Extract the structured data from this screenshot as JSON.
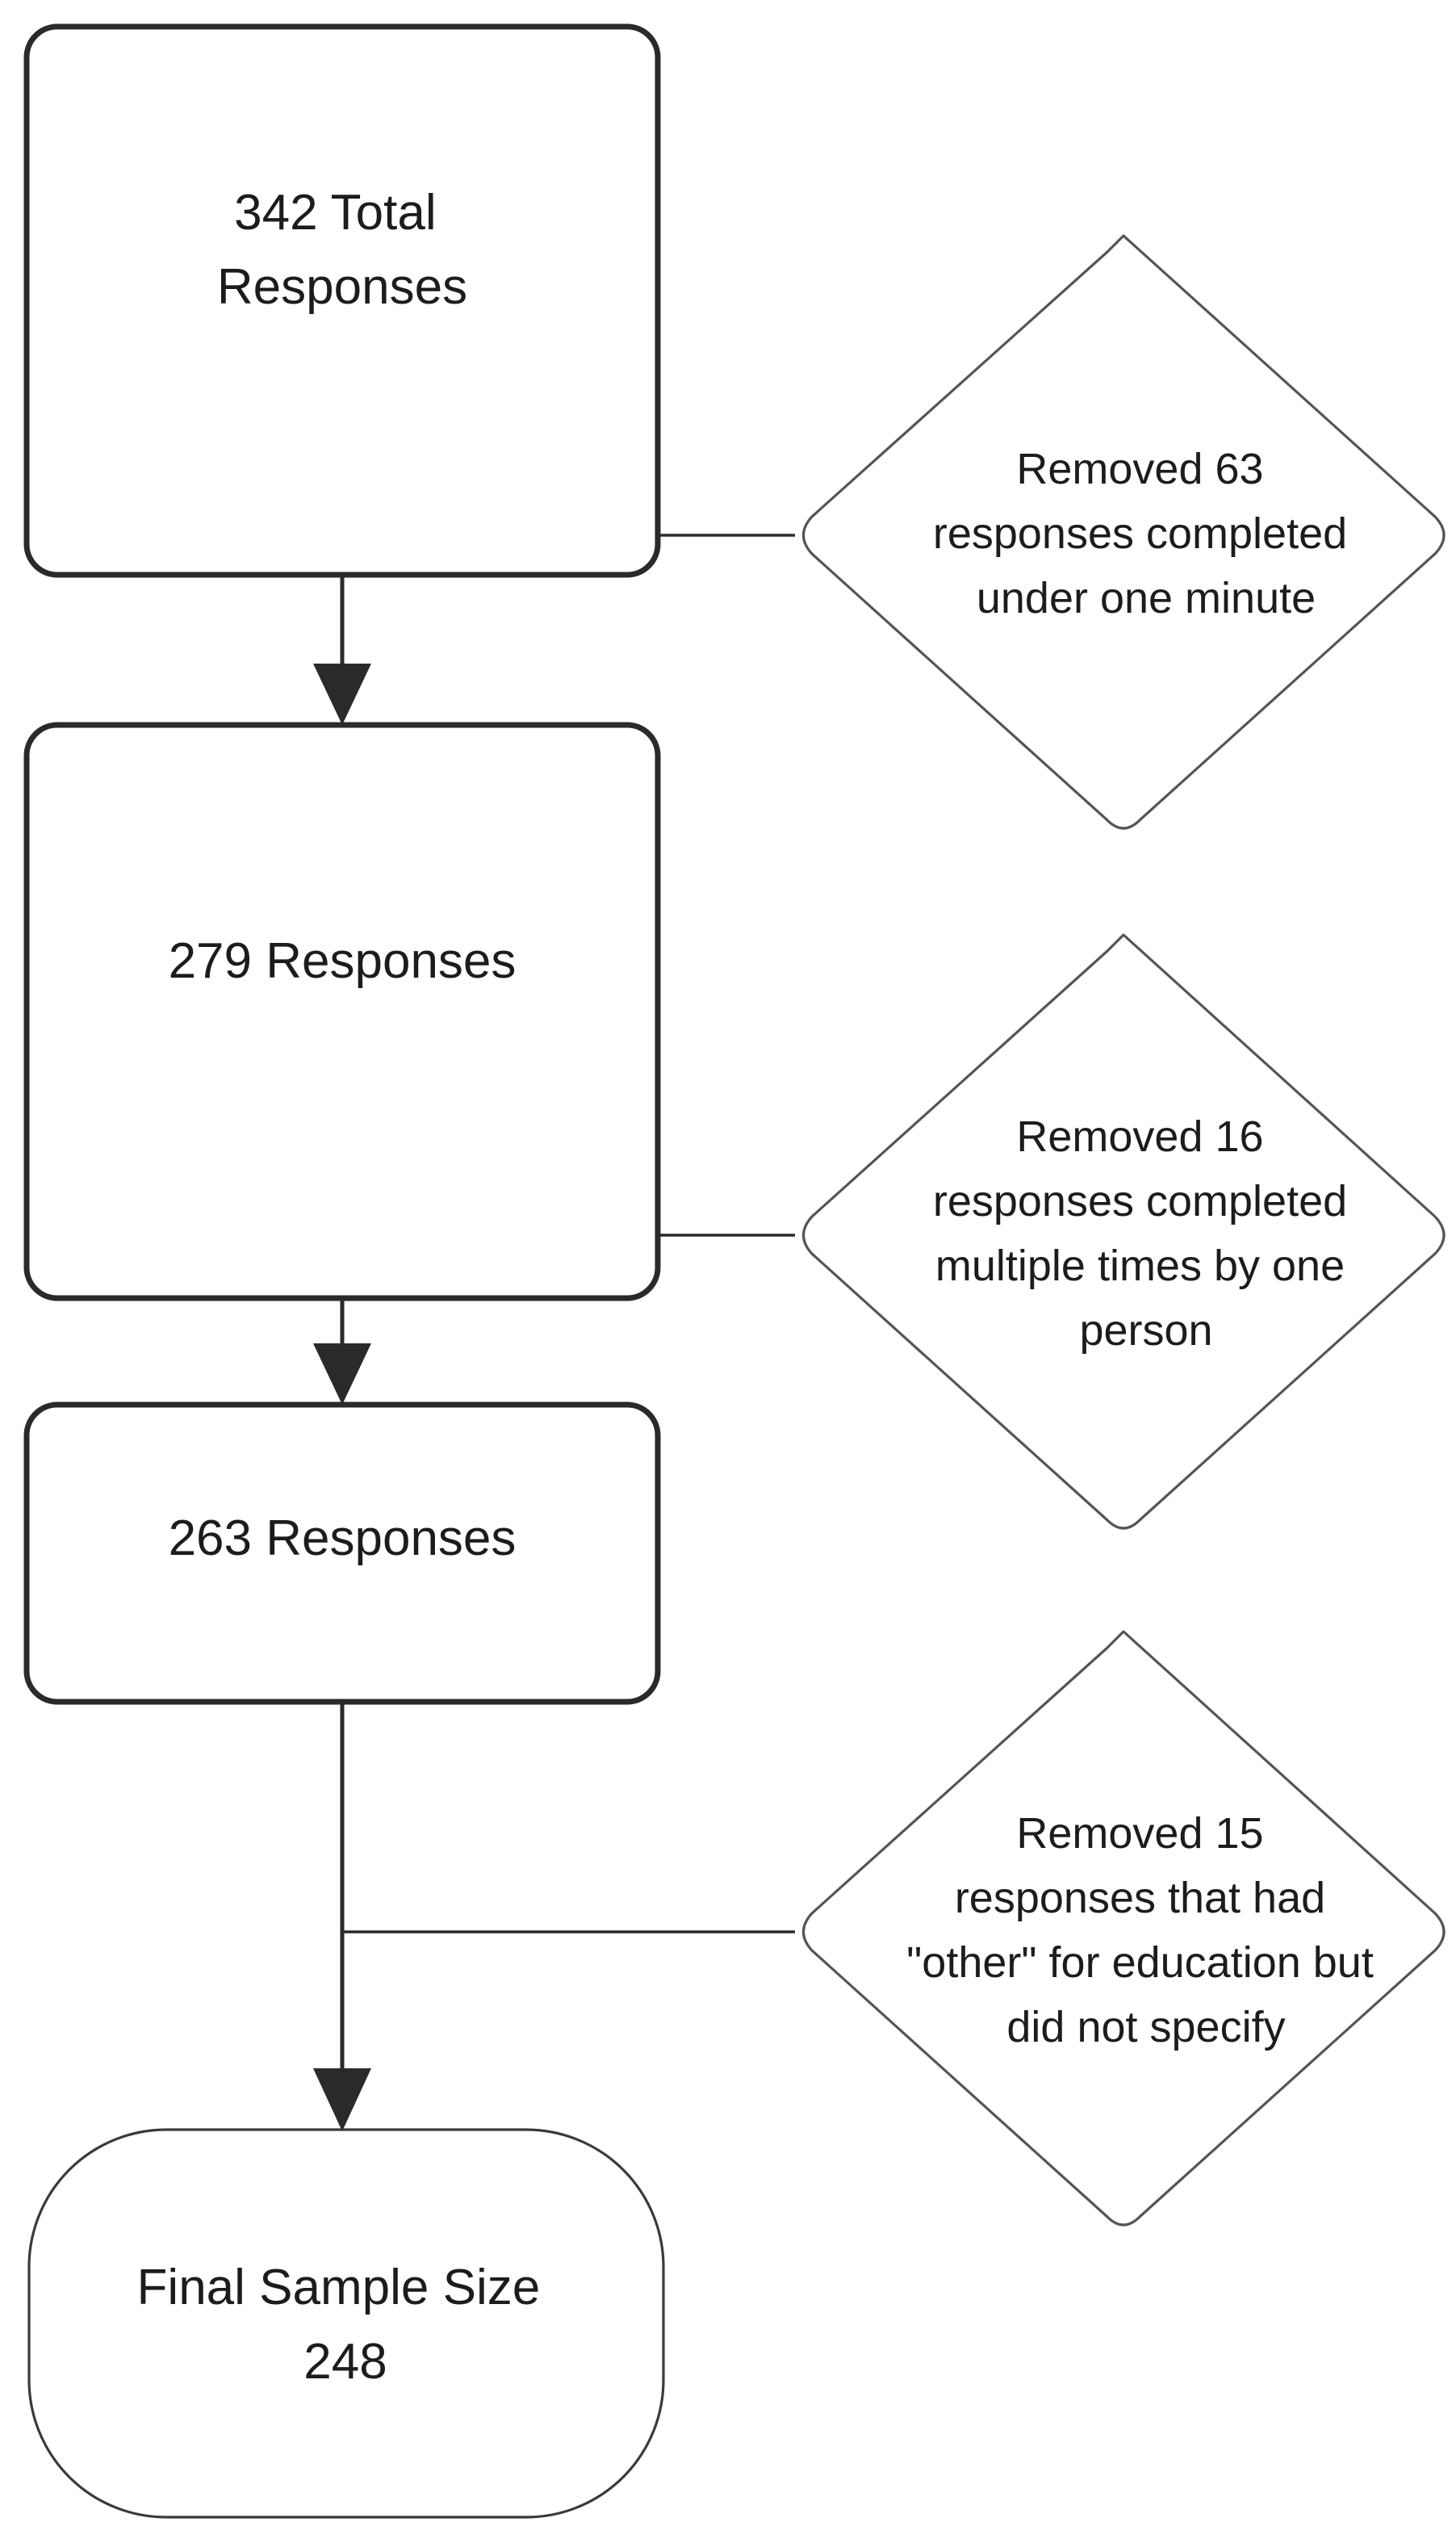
{
  "diagram": {
    "title": "Survey Response Exclusion Flowchart",
    "type": "flowchart",
    "orientation": "vertical",
    "colors": {
      "background": "#ffffff",
      "node_stroke": "#2a2a2a",
      "decision_stroke": "#555555",
      "text": "#1c1c1c",
      "connector": "#2a2a2a"
    }
  },
  "nodes": [
    {
      "id": "node-total-responses",
      "shape": "rounded-rectangle",
      "lines": [
        "342 Total",
        "Responses"
      ],
      "value": 342,
      "label": "342 Total Responses"
    },
    {
      "id": "node-279-responses",
      "shape": "rounded-rectangle",
      "lines": [
        "279 Responses"
      ],
      "value": 279,
      "label": "279 Responses"
    },
    {
      "id": "node-263-responses",
      "shape": "rounded-rectangle",
      "lines": [
        "263 Responses"
      ],
      "value": 263,
      "label": "263 Responses"
    },
    {
      "id": "node-final-sample",
      "shape": "terminator",
      "lines": [
        "Final Sample Size",
        "248"
      ],
      "value": 248,
      "label": "Final Sample Size 248"
    }
  ],
  "decisions": [
    {
      "id": "decision-under-one-minute",
      "shape": "diamond",
      "lines": [
        "Removed 63",
        "responses completed",
        "under one minute"
      ],
      "removed_count": 63,
      "label": "Removed 63 responses completed under one minute"
    },
    {
      "id": "decision-multiple-times",
      "shape": "diamond",
      "lines": [
        "Removed 16",
        "responses completed",
        "multiple times by one",
        "person"
      ],
      "removed_count": 16,
      "label": "Removed 16 responses completed multiple times by one person"
    },
    {
      "id": "decision-other-education",
      "shape": "diamond",
      "lines": [
        "Removed 15",
        "responses that had",
        "\"other\"  for education but",
        "did not specify"
      ],
      "removed_count": 15,
      "label": "Removed 15 responses that had \"other\" for education but did not specify"
    }
  ],
  "connectors": [
    {
      "id": "edge-total-to-279",
      "from": "node-total-responses",
      "to": "node-279-responses",
      "direction": "down",
      "arrowhead": true
    },
    {
      "id": "edge-279-to-263",
      "from": "node-279-responses",
      "to": "node-263-responses",
      "direction": "down",
      "arrowhead": true
    },
    {
      "id": "edge-263-to-final",
      "from": "node-263-responses",
      "to": "node-final-sample",
      "direction": "down",
      "arrowhead": true
    },
    {
      "id": "edge-decision1-to-flow",
      "from": "decision-under-one-minute",
      "to": "edge-total-to-279",
      "direction": "left",
      "arrowhead": true
    },
    {
      "id": "edge-decision2-to-flow",
      "from": "decision-multiple-times",
      "to": "edge-279-to-263",
      "direction": "left",
      "arrowhead": true
    },
    {
      "id": "edge-decision3-to-flow",
      "from": "decision-other-education",
      "to": "edge-263-to-final",
      "direction": "left",
      "arrowhead": false
    }
  ]
}
